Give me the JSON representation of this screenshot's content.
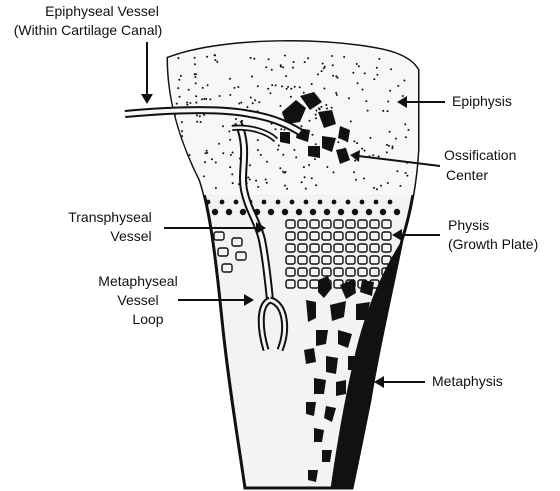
{
  "labels": {
    "epiphyseal_vessel_line1": "Epiphyseal Vessel",
    "epiphyseal_vessel_line2": "(Within Cartilage Canal)",
    "epiphysis": "Epiphysis",
    "ossification_line1": "Ossification",
    "ossification_line2": "Center",
    "transphyseal_line1": "Transphyseal",
    "transphyseal_line2": "Vessel",
    "physis_line1": "Physis",
    "physis_line2": "(Growth Plate)",
    "metaphyseal_line1": "Metaphyseal",
    "metaphyseal_line2": "Vessel",
    "metaphyseal_line3": "Loop",
    "metaphysis": "Metaphysis"
  },
  "colors": {
    "ink": "#111111",
    "bone_fill": "#f3f3f3",
    "cartilage_fill": "#f7f7f7",
    "cortex": "#111111"
  }
}
